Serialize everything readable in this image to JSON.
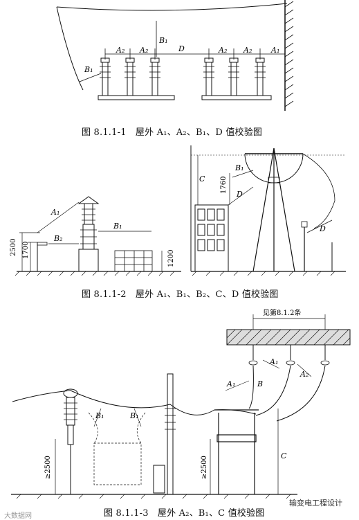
{
  "figures": [
    {
      "caption": "图 8.1.1-1　屋外 A₁、A₂、B₁、D 值校验图",
      "labels": [
        "A₂",
        "A₂",
        "B₁",
        "B₁",
        "D",
        "A₂",
        "A₂",
        "A₁"
      ]
    },
    {
      "caption": "图 8.1.1-2　屋外 A₁、B₁、B₂、C、D 值校验图",
      "labels": [
        "A₁",
        "B₁",
        "B₂",
        "2500",
        "1700",
        "1200",
        "C",
        "1760",
        "B₁",
        "D",
        "D"
      ]
    },
    {
      "caption": "图 8.1.1-3　屋外 A₂、B₁、C 值校验图",
      "labels": [
        "见第8.1.2条",
        "B₁",
        "B₁",
        "≥2500",
        "≥2500",
        "A₁",
        "A₂",
        "B",
        "A₁",
        "C"
      ]
    }
  ],
  "watermark_left": "大数据网",
  "watermark_right": "输变电工程设计"
}
